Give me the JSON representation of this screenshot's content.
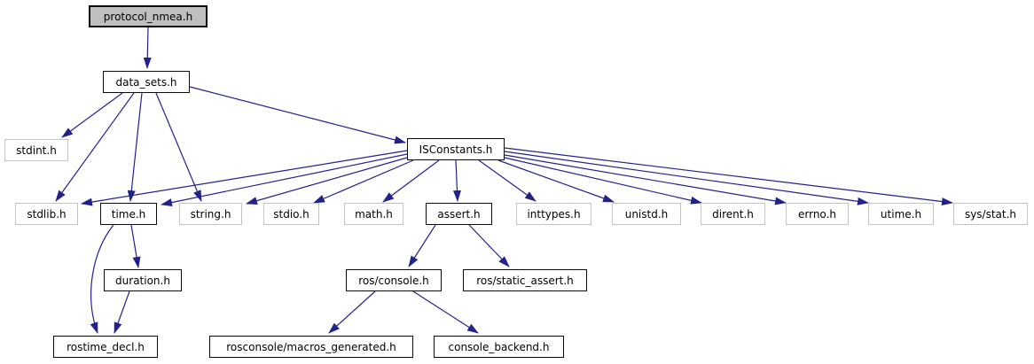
{
  "colors": {
    "background": "#ffffff",
    "edge": "#22228c",
    "text": "#000000",
    "node_fill": "#ffffff",
    "internal_border": "#0a0a0a",
    "external_border": "#c3c3c3",
    "root_fill": "#bfbfbf"
  },
  "nodes": [
    {
      "id": "protocol_nmea.h",
      "label": "protocol_nmea.h",
      "kind": "root"
    },
    {
      "id": "data_sets.h",
      "label": "data_sets.h",
      "kind": "internal"
    },
    {
      "id": "stdint.h",
      "label": "stdint.h",
      "kind": "external"
    },
    {
      "id": "ISConstants.h",
      "label": "ISConstants.h",
      "kind": "internal"
    },
    {
      "id": "stdlib.h",
      "label": "stdlib.h",
      "kind": "external"
    },
    {
      "id": "time.h",
      "label": "time.h",
      "kind": "internal"
    },
    {
      "id": "string.h",
      "label": "string.h",
      "kind": "external"
    },
    {
      "id": "stdio.h",
      "label": "stdio.h",
      "kind": "external"
    },
    {
      "id": "math.h",
      "label": "math.h",
      "kind": "external"
    },
    {
      "id": "assert.h",
      "label": "assert.h",
      "kind": "internal"
    },
    {
      "id": "inttypes.h",
      "label": "inttypes.h",
      "kind": "external"
    },
    {
      "id": "unistd.h",
      "label": "unistd.h",
      "kind": "external"
    },
    {
      "id": "dirent.h",
      "label": "dirent.h",
      "kind": "external"
    },
    {
      "id": "errno.h",
      "label": "errno.h",
      "kind": "external"
    },
    {
      "id": "utime.h",
      "label": "utime.h",
      "kind": "external"
    },
    {
      "id": "sys/stat.h",
      "label": "sys/stat.h",
      "kind": "external"
    },
    {
      "id": "duration.h",
      "label": "duration.h",
      "kind": "internal"
    },
    {
      "id": "ros/console.h",
      "label": "ros/console.h",
      "kind": "internal"
    },
    {
      "id": "ros/static_assert.h",
      "label": "ros/static_assert.h",
      "kind": "internal"
    },
    {
      "id": "rostime_decl.h",
      "label": "rostime_decl.h",
      "kind": "internal"
    },
    {
      "id": "rosconsole/macros_generated.h",
      "label": "rosconsole/macros_generated.h",
      "kind": "internal"
    },
    {
      "id": "console_backend.h",
      "label": "console_backend.h",
      "kind": "internal"
    }
  ],
  "edges": [
    {
      "from": "protocol_nmea.h",
      "to": "data_sets.h"
    },
    {
      "from": "data_sets.h",
      "to": "stdint.h"
    },
    {
      "from": "data_sets.h",
      "to": "stdlib.h"
    },
    {
      "from": "data_sets.h",
      "to": "time.h"
    },
    {
      "from": "data_sets.h",
      "to": "string.h"
    },
    {
      "from": "data_sets.h",
      "to": "ISConstants.h"
    },
    {
      "from": "ISConstants.h",
      "to": "stdlib.h"
    },
    {
      "from": "ISConstants.h",
      "to": "time.h"
    },
    {
      "from": "ISConstants.h",
      "to": "string.h"
    },
    {
      "from": "ISConstants.h",
      "to": "stdio.h"
    },
    {
      "from": "ISConstants.h",
      "to": "math.h"
    },
    {
      "from": "ISConstants.h",
      "to": "assert.h"
    },
    {
      "from": "ISConstants.h",
      "to": "inttypes.h"
    },
    {
      "from": "ISConstants.h",
      "to": "unistd.h"
    },
    {
      "from": "ISConstants.h",
      "to": "dirent.h"
    },
    {
      "from": "ISConstants.h",
      "to": "errno.h"
    },
    {
      "from": "ISConstants.h",
      "to": "utime.h"
    },
    {
      "from": "ISConstants.h",
      "to": "sys/stat.h"
    },
    {
      "from": "time.h",
      "to": "duration.h"
    },
    {
      "from": "time.h",
      "to": "rostime_decl.h"
    },
    {
      "from": "duration.h",
      "to": "rostime_decl.h"
    },
    {
      "from": "assert.h",
      "to": "ros/console.h"
    },
    {
      "from": "assert.h",
      "to": "ros/static_assert.h"
    },
    {
      "from": "ros/console.h",
      "to": "rosconsole/macros_generated.h"
    },
    {
      "from": "ros/console.h",
      "to": "console_backend.h"
    }
  ]
}
